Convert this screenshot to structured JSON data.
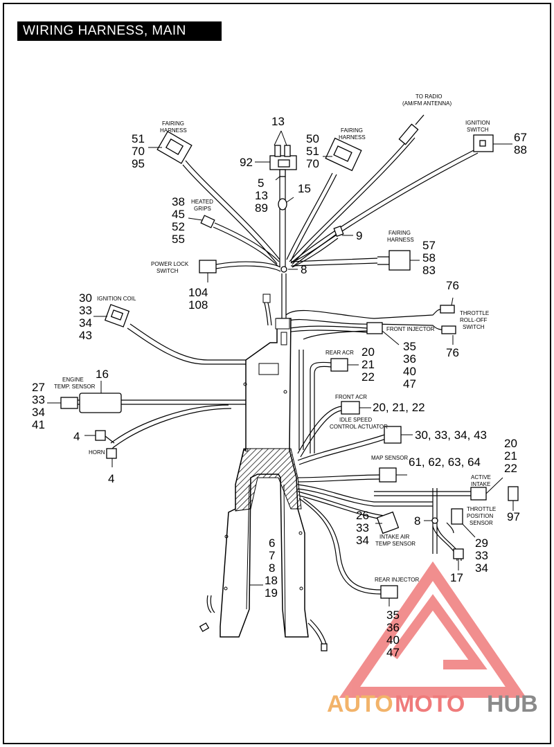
{
  "title": "WIRING HARNESS, MAIN",
  "callouts": {
    "c13": "13",
    "c92": "92",
    "c5": "5",
    "c13b": "13",
    "c89": "89",
    "c15": "15",
    "c51a": "51",
    "c70a": "70",
    "c95": "95",
    "c50": "50",
    "c51b": "51",
    "c70b": "70",
    "c67": "67",
    "c88": "88",
    "c38": "38",
    "c45": "45",
    "c52": "52",
    "c55": "55",
    "c9": "9",
    "c57": "57",
    "c58": "58",
    "c83": "83",
    "c8a": "8",
    "c104": "104",
    "c108": "108",
    "c30a": "30",
    "c33a": "33",
    "c34a": "34",
    "c43a": "43",
    "c76a": "76",
    "c76b": "76",
    "c35a": "35",
    "c36a": "36",
    "c40a": "40",
    "c47a": "47",
    "c20a": "20",
    "c21a": "21",
    "c22a": "22",
    "c16": "16",
    "c27": "27",
    "c33b": "33",
    "c34b": "34",
    "c41": "41",
    "c4a": "4",
    "c4b": "4",
    "c20b": "20, 21, 22",
    "c30b": "30, 33, 34, 43",
    "c61": "61, 62, 63, 64",
    "c20c": "20",
    "c21c": "21",
    "c22c": "22",
    "c97": "97",
    "c26": "26",
    "c33c": "33",
    "c34c": "34",
    "c8b": "8",
    "c29": "29",
    "c33d": "33",
    "c34d": "34",
    "c17": "17",
    "c6": "6",
    "c7": "7",
    "c8c": "8",
    "c18": "18",
    "c19": "19",
    "c35b": "35",
    "c36b": "36",
    "c40b": "40",
    "c47b": "47"
  },
  "labels": {
    "fairing_harness_1a": "FAIRING",
    "fairing_harness_1b": "HARNESS",
    "fairing_harness_2a": "FAIRING",
    "fairing_harness_2b": "HARNESS",
    "fairing_harness_3a": "FAIRING",
    "fairing_harness_3b": "HARNESS",
    "to_radio_a": "TO RADIO",
    "to_radio_b": "(AM/FM ANTENNA)",
    "ignition_switch_a": "IGNITION",
    "ignition_switch_b": "SWITCH",
    "heated_grips_a": "HEATED",
    "heated_grips_b": "GRIPS",
    "power_lock_a": "POWER LOCK",
    "power_lock_b": "SWITCH",
    "ignition_coil": "IGNITION COIL",
    "throttle_rolloff_a": "THROTTLE",
    "throttle_rolloff_b": "ROLL-OFF",
    "throttle_rolloff_c": "SWITCH",
    "front_injector": "FRONT INJECTOR",
    "rear_acr": "REAR ACR",
    "engine_temp_a": "ENGINE",
    "engine_temp_b": "TEMP. SENSOR",
    "front_acr": "FRONT ACR",
    "idle_speed_a": "IDLE SPEED",
    "idle_speed_b": "CONTROL ACTUATOR",
    "horn": "HORN",
    "map_sensor": "MAP SENSOR",
    "active_intake_a": "ACTIVE",
    "active_intake_b": "INTAKE",
    "throttle_pos_a": "THROTTLE",
    "throttle_pos_b": "POSITION",
    "throttle_pos_c": "SENSOR",
    "intake_air_a": "INTAKE AIR",
    "intake_air_b": "TEMP SENSOR",
    "rear_injector": "REAR INJECTOR"
  },
  "watermark": {
    "part1": "AUTO",
    "part2": "MOTO",
    "part3": "HUB"
  },
  "colors": {
    "line": "#000000",
    "watermark_red": "#ef7b7b",
    "watermark_orange": "#f2b36a",
    "watermark_grey": "#8a8a8a"
  }
}
